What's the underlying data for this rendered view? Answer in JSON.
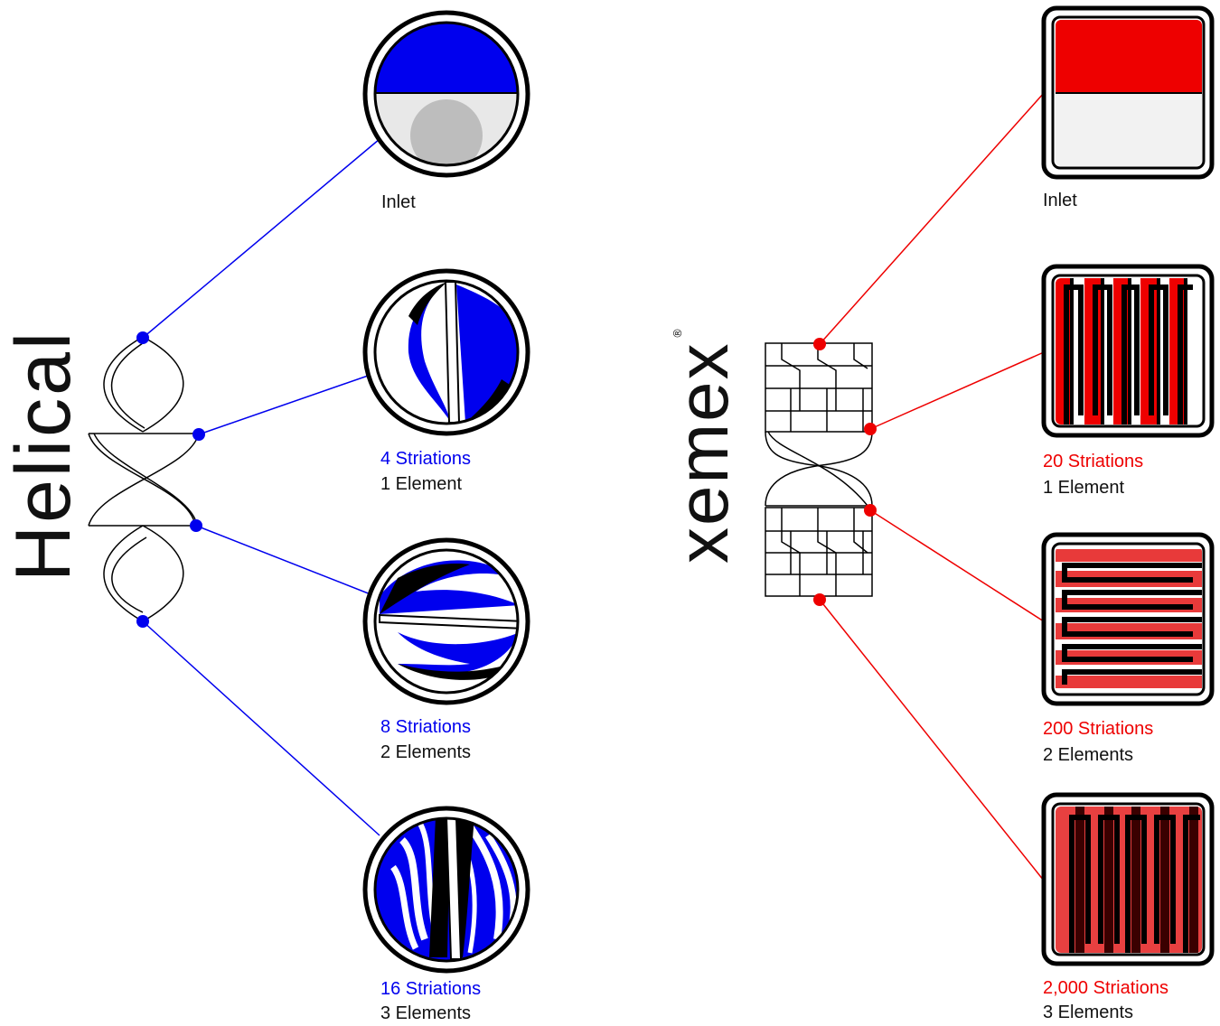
{
  "left": {
    "title": "Helical",
    "accent": "#0000ee",
    "stages": [
      {
        "line1": "Inlet",
        "line2": ""
      },
      {
        "line1": "4 Striations",
        "line2": "1 Element"
      },
      {
        "line1": "8 Striations",
        "line2": "2 Elements"
      },
      {
        "line1": "16 Striations",
        "line2": "3 Elements"
      }
    ]
  },
  "right": {
    "title": "xemex",
    "registered_mark": "®",
    "accent": "#ee0000",
    "stages": [
      {
        "line1": "Inlet",
        "line2": ""
      },
      {
        "line1": "20 Striations",
        "line2": "1 Element"
      },
      {
        "line1": "200 Striations",
        "line2": "2 Elements"
      },
      {
        "line1": "2,000 Striations",
        "line2": "3 Elements"
      }
    ]
  }
}
